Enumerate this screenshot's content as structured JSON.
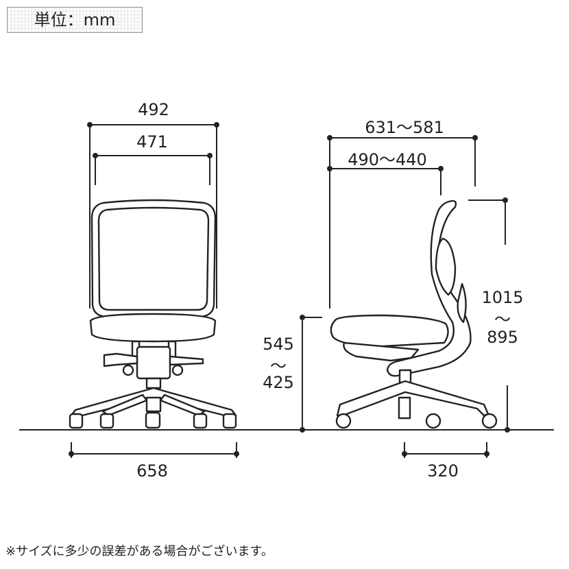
{
  "unit_label": "単位：mm",
  "front_view": {
    "overall_width": "492",
    "back_width": "471",
    "base_width": "658"
  },
  "side_view": {
    "overall_depth": "631〜581",
    "seat_depth": "490〜440",
    "overall_height": {
      "max": "1015",
      "sep": "〜",
      "min": "895"
    },
    "seat_height": {
      "max": "545",
      "sep": "〜",
      "min": "425"
    },
    "caster_spread": "320"
  },
  "note": "※サイズに多少の誤差がある場合がございます。"
}
